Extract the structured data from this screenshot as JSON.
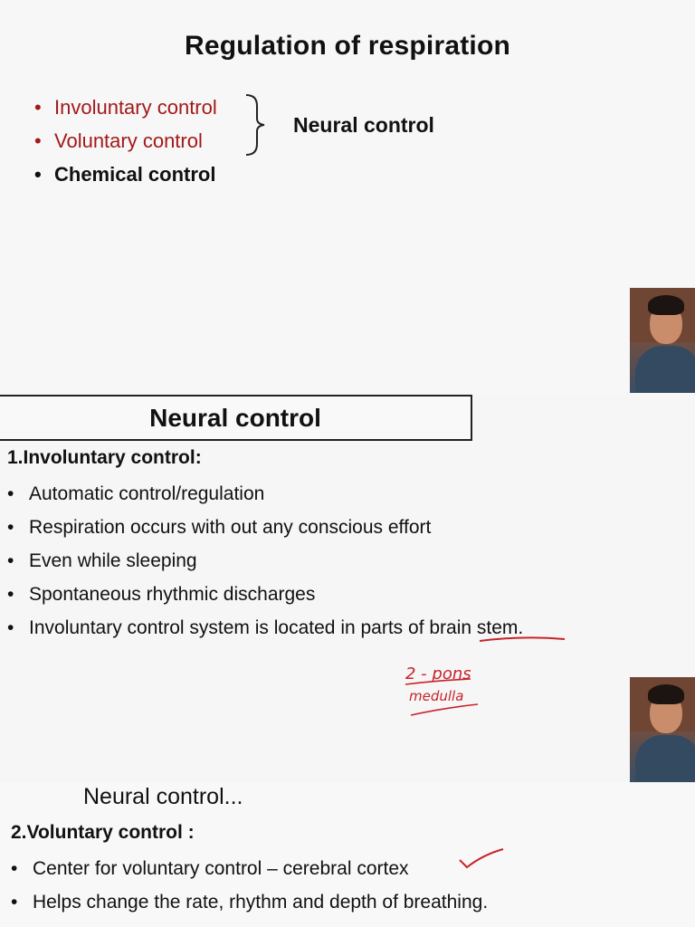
{
  "slide1": {
    "title": "Regulation of respiration",
    "items": [
      {
        "bullet": "•",
        "text": "Involuntary control"
      },
      {
        "bullet": "•",
        "text": "Voluntary control"
      },
      {
        "bullet": "•",
        "text": "Chemical control"
      }
    ],
    "brace_label": "Neural control"
  },
  "slide2": {
    "title": "Neural control",
    "heading": "1.Involuntary control:",
    "bullets": [
      {
        "bullet": "•",
        "text": "Automatic control/regulation"
      },
      {
        "bullet": "•",
        "text": "Respiration occurs with out any conscious effort"
      },
      {
        "bullet": "•",
        "text": "Even while sleeping"
      },
      {
        "bullet": "•",
        "text": "Spontaneous rhythmic discharges"
      },
      {
        "bullet": "•",
        "text": "Involuntary control system is located in parts of brain stem."
      }
    ],
    "annotation": {
      "line1": "2 - pons",
      "line2": "medulla",
      "color": "#c8232a"
    }
  },
  "slide3": {
    "title": "Neural control...",
    "heading": "2.Voluntary control :",
    "bullets": [
      {
        "bullet": "•",
        "text": "Center for voluntary control – cerebral cortex"
      },
      {
        "bullet": "•",
        "text": "Helps change the rate, rhythm and depth of breathing."
      }
    ]
  },
  "colors": {
    "accent_red": "#a3191a",
    "ink_red": "#c8232a"
  },
  "icons": {
    "webcam": "presenter-webcam-icon",
    "brace": "right-brace-icon",
    "check": "checkmark-icon"
  }
}
